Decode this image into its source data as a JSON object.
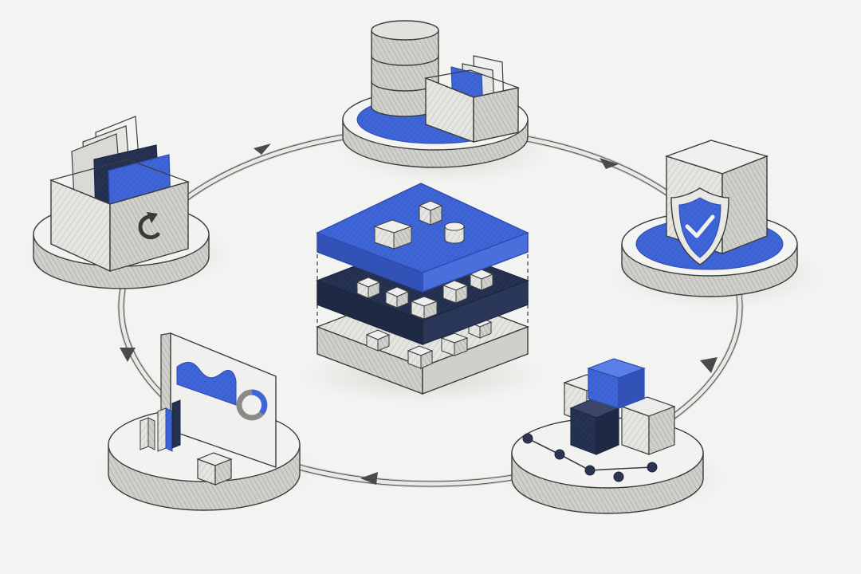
{
  "colors": {
    "background": "#f3f3f1",
    "accent_blue": "#3f66d8",
    "navy": "#253252",
    "pencil": "#3c3c3c",
    "stone_light": "#ededeb",
    "stone_mid": "#d6d6d3",
    "stone_dark": "#b9b9b5"
  },
  "nodes": [
    {
      "name": "database-archive-node",
      "icons": [
        "database-cylinder-icon",
        "document-bin-icon"
      ]
    },
    {
      "name": "security-node",
      "icons": [
        "server-cube-icon",
        "shield-check-icon"
      ]
    },
    {
      "name": "workflow-node",
      "icons": [
        "cube-stack-icon",
        "node-path-icon"
      ]
    },
    {
      "name": "analytics-node",
      "icons": [
        "dashboard-panel-icon",
        "area-chart-icon",
        "donut-chart-icon",
        "bar-chart-icon"
      ]
    },
    {
      "name": "backup-files-node",
      "icons": [
        "file-box-icon",
        "restore-arrow-icon"
      ]
    }
  ],
  "center": {
    "name": "layered-platform",
    "layers": [
      "blue-top-layer",
      "navy-middle-layer",
      "grey-base-layer"
    ]
  },
  "cycle": {
    "direction": "clockwise",
    "arrows": 5
  }
}
